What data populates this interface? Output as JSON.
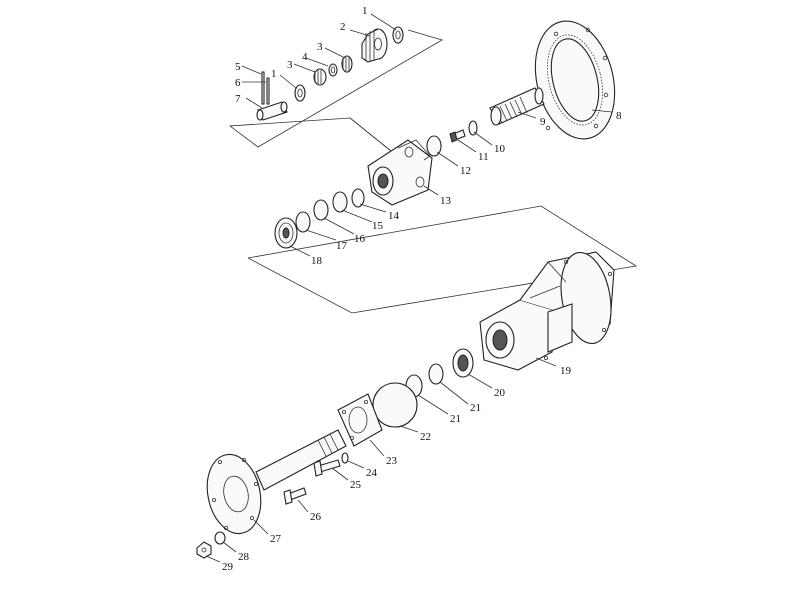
{
  "diagram": {
    "background": "#ffffff",
    "ink": "#222222",
    "callouts": [
      "1",
      "2",
      "3",
      "4",
      "5",
      "6",
      "7",
      "8",
      "9",
      "10",
      "11",
      "12",
      "13",
      "14",
      "15",
      "16",
      "17",
      "18",
      "19",
      "20",
      "21",
      "22",
      "23",
      "24",
      "25",
      "26",
      "27",
      "28",
      "29"
    ],
    "callouts_repeated": {
      "one_b": "1",
      "three_b": "3",
      "twentyone_b": "21"
    }
  }
}
